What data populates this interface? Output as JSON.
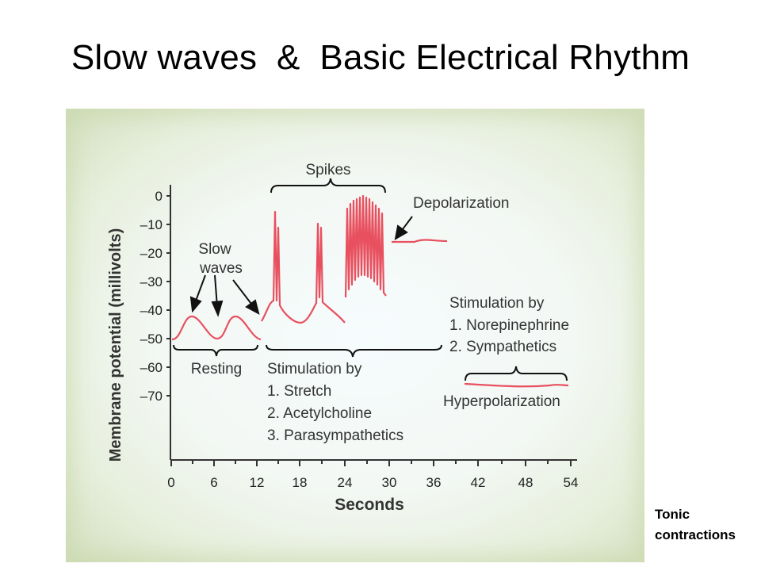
{
  "slide": {
    "title": "Slow waves  &  Basic Electrical Rhythm",
    "note": "Tonic\ncontractions"
  },
  "figure": {
    "axis": {
      "y_label": "Membrane potential (millivolts)",
      "x_label": "Seconds",
      "y_ticks": [
        "0",
        "–10",
        "–20",
        "–30",
        "–40",
        "–50",
        "–60",
        "–70"
      ],
      "x_ticks": [
        "0",
        "6",
        "12",
        "18",
        "24",
        "30",
        "36",
        "42",
        "48",
        "54"
      ]
    },
    "labels": {
      "spikes": "Spikes",
      "slow_waves_1": "Slow",
      "slow_waves_2": "waves",
      "depolarization": "Depolarization",
      "resting": "Resting",
      "stim1_title": "Stimulation by",
      "stim1_item1": "1. Stretch",
      "stim1_item2": "2. Acetylcholine",
      "stim1_item3": "3. Parasympathetics",
      "stim2_title": "Stimulation by",
      "stim2_item1": "1. Norepinephrine",
      "stim2_item2": "2. Sympathetics",
      "hyperpolarization": "Hyperpolarization"
    },
    "colors": {
      "trace": "#e8505f",
      "axis": "#333333",
      "text": "#333333"
    }
  }
}
